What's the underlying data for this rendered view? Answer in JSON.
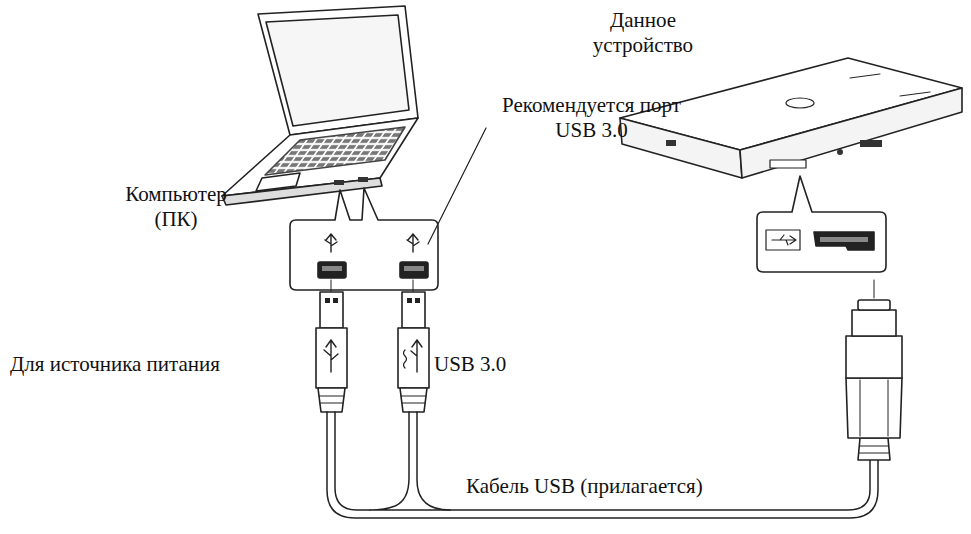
{
  "diagram": {
    "labels": [
      "Данное устройство",
      "Рекомендуется порт USB 3.0",
      "Компьютер (ПК)",
      "Для источника питания",
      "USB 3.0",
      "Кабель USB (прилагается)"
    ]
  }
}
